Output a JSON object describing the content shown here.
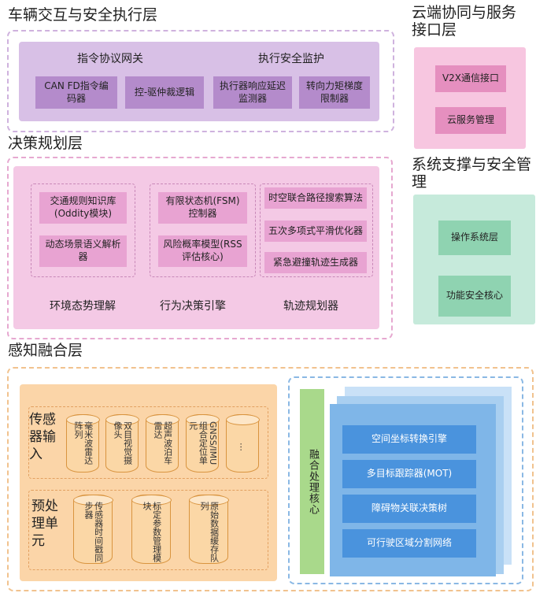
{
  "vehicle_layer": {
    "title": "车辆交互与安全执行层",
    "gateway_label": "指令协议网关",
    "monitor_label": "执行安全监护",
    "modules": [
      "CAN FD指令编码器",
      "控-驱仲裁逻辑",
      "执行器响应延迟监测器",
      "转向力矩梯度限制器"
    ]
  },
  "cloud_layer": {
    "title": "云端协同与服务接口层",
    "modules": [
      "V2X通信接口",
      "云服务管理"
    ]
  },
  "decision_layer": {
    "title": "决策规划层",
    "env_modules": [
      "交通规则知识库(Oddity模块)",
      "动态场景语义解析器"
    ],
    "behavior_modules": [
      "有限状态机(FSM)控制器",
      "风险概率模型(RSS评估核心)"
    ],
    "trajectory_modules": [
      "时空联合路径搜索算法",
      "五次多项式平滑优化器",
      "紧急避撞轨迹生成器"
    ],
    "env_label": "环境态势理解",
    "behavior_label": "行为决策引擎",
    "trajectory_label": "轨迹规划器"
  },
  "support_layer": {
    "title": "系统支撑与安全管理",
    "modules": [
      "操作系统层",
      "功能安全核心"
    ]
  },
  "perception_layer": {
    "title": "感知融合层",
    "sensor_input_label": "传感器输入",
    "sensors": [
      "毫米波雷达阵列",
      "双目视觉摄像头",
      "超声波泊车雷达",
      "GNSS/IMU组合定位单元",
      "…"
    ],
    "preprocess_label": "预处理单元",
    "preprocess_modules": [
      "传感器时间戳同步器",
      "标定参数管理模块",
      "原始数据缓存队列"
    ],
    "fusion_core_label": "融合处理核心",
    "fusion_modules": [
      "空间坐标转换引擎",
      "多目标跟踪器(MOT)",
      "障碍物关联决策树",
      "可行驶区域分割网络"
    ]
  }
}
